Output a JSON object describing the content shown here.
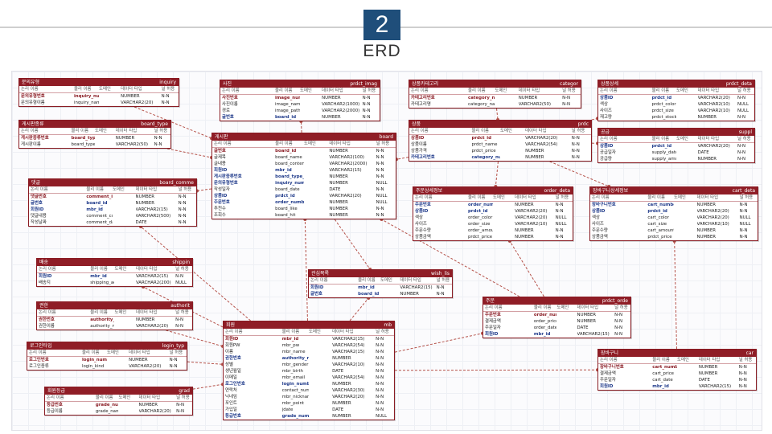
{
  "slide": {
    "number": "2",
    "title": "ERD"
  },
  "col_header": [
    "논리 이름",
    "물리 이름",
    "도메인",
    "데이터 타입",
    "널 허용"
  ],
  "entities": [
    {
      "id": "inquiry",
      "logical": "문의유형",
      "physical": "inquiry",
      "rows": [
        {
          "kind": "pk",
          "l": "문의유형번호",
          "p": "inquiry_number",
          "t": "NUMBER",
          "n": "N-N"
        },
        {
          "kind": "",
          "l": "문의유형이름",
          "p": "inquiry_name",
          "t": "VARCHAR2(20)",
          "n": "N-N"
        }
      ]
    },
    {
      "id": "board_type",
      "logical": "게시판종류",
      "physical": "board_type",
      "rows": [
        {
          "kind": "pk",
          "l": "게시판종류번호",
          "p": "board_type_number",
          "t": "NUMBER",
          "n": "N-N"
        },
        {
          "kind": "",
          "l": "게시판이름",
          "p": "board_type_name",
          "t": "VARCHAR2(50)",
          "n": "N-N"
        }
      ]
    },
    {
      "id": "board_comment",
      "logical": "댓글",
      "physical": "board_comme",
      "rows": [
        {
          "kind": "pk",
          "l": "댓글번호",
          "p": "comment_id",
          "t": "NUMBER",
          "n": "N-N"
        },
        {
          "kind": "fk",
          "l": "글번호",
          "p": "board_id",
          "t": "NUMBER",
          "n": "N-N"
        },
        {
          "kind": "fk",
          "l": "회원ID",
          "p": "mbr_id",
          "t": "VARCHAR2(15)",
          "n": "N-N"
        },
        {
          "kind": "",
          "l": "댓글내용",
          "p": "comment_content",
          "t": "VARCHAR2(500)",
          "n": "N-N"
        },
        {
          "kind": "",
          "l": "작성날짜",
          "p": "comment_date",
          "t": "DATE",
          "n": "N-N"
        }
      ]
    },
    {
      "id": "prdct_image",
      "logical": "사진",
      "physical": "prdct_imag",
      "rows": [
        {
          "kind": "pk",
          "l": "사진번호",
          "p": "image_number",
          "t": "NUMBER",
          "n": "N-N"
        },
        {
          "kind": "",
          "l": "사진이름",
          "p": "image_name",
          "t": "VARCHAR2(1000)",
          "n": "N-N"
        },
        {
          "kind": "",
          "l": "경로",
          "p": "image_path",
          "t": "VARCHAR2(2000)",
          "n": "N-N"
        },
        {
          "kind": "fk",
          "l": "글번호",
          "p": "board_id",
          "t": "NUMBER",
          "n": "N-N"
        }
      ]
    },
    {
      "id": "board",
      "logical": "게시판",
      "physical": "board",
      "rows": [
        {
          "kind": "pk",
          "l": "글번호",
          "p": "board_id",
          "t": "NUMBER",
          "n": "N-N"
        },
        {
          "kind": "",
          "l": "글제목",
          "p": "board_name",
          "t": "VARCHAR2(100)",
          "n": "N-N"
        },
        {
          "kind": "",
          "l": "글내용",
          "p": "board_content",
          "t": "VARCHAR2(2000)",
          "n": "N-N"
        },
        {
          "kind": "fk",
          "l": "회원ID",
          "p": "mbr_id",
          "t": "VARCHAR2(15)",
          "n": "N-N"
        },
        {
          "kind": "fk",
          "l": "게시판종류번호",
          "p": "board_type_number",
          "t": "NUMBER",
          "n": "N-N"
        },
        {
          "kind": "fk",
          "l": "문의유형번호",
          "p": "inquiry_number",
          "t": "NUMBER",
          "n": "NULL"
        },
        {
          "kind": "",
          "l": "작성일자",
          "p": "board_date",
          "t": "DATE",
          "n": "N-N"
        },
        {
          "kind": "fk",
          "l": "상품ID",
          "p": "prdct_id",
          "t": "VARCHAR2(20)",
          "n": "NULL"
        },
        {
          "kind": "fk",
          "l": "주문번호",
          "p": "order_number",
          "t": "NUMBER",
          "n": "NULL"
        },
        {
          "kind": "",
          "l": "추천수",
          "p": "board_like",
          "t": "NUMBER",
          "n": "N-N"
        },
        {
          "kind": "",
          "l": "조회수",
          "p": "board_hit",
          "t": "NUMBER",
          "n": "N-N"
        }
      ]
    },
    {
      "id": "category",
      "logical": "상품카테고리",
      "physical": "categor",
      "rows": [
        {
          "kind": "pk",
          "l": "카테고리번호",
          "p": "category_number",
          "t": "NUMBER",
          "n": "N-N"
        },
        {
          "kind": "",
          "l": "카테고리명",
          "p": "category_name",
          "t": "VARCHAR2(50)",
          "n": "N-N"
        }
      ]
    },
    {
      "id": "prdct",
      "logical": "상품",
      "physical": "prdc",
      "rows": [
        {
          "kind": "pk",
          "l": "상품ID",
          "p": "prdct_id",
          "t": "VARCHAR2(20)",
          "n": "N-N"
        },
        {
          "kind": "",
          "l": "상품이름",
          "p": "prdct_name",
          "t": "VARCHAR2(54)",
          "n": "N-N"
        },
        {
          "kind": "",
          "l": "상품가격",
          "p": "prdct_price",
          "t": "NUMBER",
          "n": "N-N"
        },
        {
          "kind": "fk",
          "l": "카테고리번호",
          "p": "category_number",
          "t": "NUMBER",
          "n": "N-N"
        }
      ]
    },
    {
      "id": "prdct_detail",
      "logical": "상품상세",
      "physical": "prdct_deta",
      "rows": [
        {
          "kind": "fk",
          "l": "상품ID",
          "p": "prdct_id",
          "t": "VARCHAR2(20)",
          "n": "N-N"
        },
        {
          "kind": "",
          "l": "색상",
          "p": "prdct_color",
          "t": "VARCHAR2(10)",
          "n": "NULL"
        },
        {
          "kind": "",
          "l": "사이즈",
          "p": "prdct_size",
          "t": "VARCHAR2(10)",
          "n": "NULL"
        },
        {
          "kind": "",
          "l": "재고량",
          "p": "prdct_stock",
          "t": "NUMBER",
          "n": "N-N"
        }
      ]
    },
    {
      "id": "supply",
      "logical": "공급",
      "physical": "suppl",
      "rows": [
        {
          "kind": "fk",
          "l": "상품ID",
          "p": "prdct_id",
          "t": "VARCHAR2(20)",
          "n": "N-N"
        },
        {
          "kind": "",
          "l": "공급일자",
          "p": "supply_date",
          "t": "DATE",
          "n": "N-N"
        },
        {
          "kind": "",
          "l": "공급량",
          "p": "supply_amount",
          "t": "NUMBER",
          "n": "N-N"
        }
      ]
    },
    {
      "id": "order_detail",
      "logical": "주문상세정보",
      "physical": "order_deta",
      "rows": [
        {
          "kind": "fk",
          "l": "주문번호",
          "p": "order_number",
          "t": "NUMBER",
          "n": "N-N"
        },
        {
          "kind": "fk",
          "l": "상품ID",
          "p": "prdct_id",
          "t": "VARCHAR2(20)",
          "n": "N-N"
        },
        {
          "kind": "",
          "l": "색상",
          "p": "order_color",
          "t": "VARCHAR2(20)",
          "n": "NULL"
        },
        {
          "kind": "",
          "l": "사이즈",
          "p": "order_size",
          "t": "VARCHAR2(10)",
          "n": "NULL"
        },
        {
          "kind": "",
          "l": "주문수량",
          "p": "order_amount",
          "t": "NUMBER",
          "n": "N-N"
        },
        {
          "kind": "",
          "l": "상품금액",
          "p": "prdct_price",
          "t": "NUMBER",
          "n": "N-N"
        }
      ]
    },
    {
      "id": "cart_detail",
      "logical": "장바구니상세정보",
      "physical": "cart_deta",
      "rows": [
        {
          "kind": "fk",
          "l": "장바구니번호",
          "p": "cart_number",
          "t": "NUMBER",
          "n": "N-N"
        },
        {
          "kind": "fk",
          "l": "상품ID",
          "p": "prdct_id",
          "t": "VARCHAR2(20)",
          "n": "N-N"
        },
        {
          "kind": "",
          "l": "색상",
          "p": "cart_color",
          "t": "VARCHAR2(20)",
          "n": "NULL"
        },
        {
          "kind": "",
          "l": "사이즈",
          "p": "cart_size",
          "t": "VARCHAR2(10)",
          "n": "NULL"
        },
        {
          "kind": "",
          "l": "주문수량",
          "p": "cart_amount",
          "t": "NUMBER",
          "n": "N-N"
        },
        {
          "kind": "",
          "l": "상품금액",
          "p": "prdct_price",
          "t": "NUMBER",
          "n": "N-N"
        }
      ]
    },
    {
      "id": "shipping",
      "logical": "배송",
      "physical": "shippin",
      "rows": [
        {
          "kind": "fk",
          "l": "회원ID",
          "p": "mbr_id",
          "t": "VARCHAR2(15)",
          "n": "N-N"
        },
        {
          "kind": "",
          "l": "배송지",
          "p": "shipping_address",
          "t": "VARCHAR2(200)",
          "n": "NULL"
        }
      ]
    },
    {
      "id": "wish_list",
      "logical": "관심목록",
      "physical": "wish_lis",
      "rows": [
        {
          "kind": "fk",
          "l": "회원ID",
          "p": "mbr_id",
          "t": "VARCHAR2(15)",
          "n": "N-N"
        },
        {
          "kind": "fk",
          "l": "글번호",
          "p": "board_id",
          "t": "NUMBER",
          "n": "N-N"
        }
      ]
    },
    {
      "id": "authority",
      "logical": "권한",
      "physical": "authorit",
      "rows": [
        {
          "kind": "pk",
          "l": "권한번호",
          "p": "authority_number",
          "t": "NUMBER",
          "n": "N-N"
        },
        {
          "kind": "",
          "l": "권한이름",
          "p": "authority_name",
          "t": "VARCHAR2(20)",
          "n": "N-N"
        }
      ]
    },
    {
      "id": "login_type",
      "logical": "로그인타입",
      "physical": "login_typ",
      "rows": [
        {
          "kind": "pk",
          "l": "로그인번호",
          "p": "login_number",
          "t": "NUMBER",
          "n": "N-N"
        },
        {
          "kind": "",
          "l": "로그인종류",
          "p": "login_kind",
          "t": "VARCHAR2(20)",
          "n": "N-N"
        }
      ]
    },
    {
      "id": "grade",
      "logical": "회원등급",
      "physical": "grad",
      "rows": [
        {
          "kind": "pk",
          "l": "등급번호",
          "p": "grade_number",
          "t": "NUMBER",
          "n": "N-N"
        },
        {
          "kind": "",
          "l": "등급이름",
          "p": "grade_name",
          "t": "VARCHAR2(20)",
          "n": "N-N"
        }
      ]
    },
    {
      "id": "mbr",
      "logical": "회원",
      "physical": "mb",
      "rows": [
        {
          "kind": "pk",
          "l": "회원ID",
          "p": "mbr_id",
          "t": "VARCHAR2(15)",
          "n": "N-N"
        },
        {
          "kind": "",
          "l": "회원PW",
          "p": "mbr_pw",
          "t": "VARCHAR2(54)",
          "n": "N-N"
        },
        {
          "kind": "",
          "l": "이름",
          "p": "mbr_name",
          "t": "VARCHAR2(15)",
          "n": "N-N"
        },
        {
          "kind": "fk",
          "l": "권한번호",
          "p": "authority_number",
          "t": "NUMBER",
          "n": "N-N"
        },
        {
          "kind": "",
          "l": "성별",
          "p": "mbr_gender",
          "t": "VARCHAR2(10)",
          "n": "N-N"
        },
        {
          "kind": "",
          "l": "생년월일",
          "p": "mbr_birth",
          "t": "DATE",
          "n": "N-N"
        },
        {
          "kind": "",
          "l": "이메일",
          "p": "mbr_email",
          "t": "VARCHAR2(54)",
          "n": "N-N"
        },
        {
          "kind": "fk",
          "l": "로그인번호",
          "p": "login_number",
          "t": "NUMBER",
          "n": "N-N"
        },
        {
          "kind": "",
          "l": "연락처",
          "p": "contact_number",
          "t": "VARCHAR2(30)",
          "n": "N-N"
        },
        {
          "kind": "",
          "l": "닉네임",
          "p": "mbr_nickname",
          "t": "VARCHAR2(20)",
          "n": "N-N"
        },
        {
          "kind": "",
          "l": "포인트",
          "p": "mbr_point",
          "t": "NUMBER",
          "n": "N-N"
        },
        {
          "kind": "",
          "l": "가입일",
          "p": "jdate",
          "t": "DATE",
          "n": "N-N"
        },
        {
          "kind": "fk",
          "l": "등급번호",
          "p": "grade_number",
          "t": "NUMBER",
          "n": "NULL"
        }
      ]
    },
    {
      "id": "prdct_order",
      "logical": "주문",
      "physical": "prdct_orde",
      "rows": [
        {
          "kind": "pk",
          "l": "주문번호",
          "p": "order_number",
          "t": "NUMBER",
          "n": "N-N"
        },
        {
          "kind": "",
          "l": "결제금액",
          "p": "order_price",
          "t": "NUMBER",
          "n": "N-N"
        },
        {
          "kind": "",
          "l": "주문일자",
          "p": "order_date",
          "t": "DATE",
          "n": "N-N"
        },
        {
          "kind": "fk",
          "l": "회원ID",
          "p": "mbr_id",
          "t": "VARCHAR2(15)",
          "n": "N-N"
        }
      ]
    },
    {
      "id": "cart",
      "logical": "장바구니",
      "physical": "car",
      "rows": [
        {
          "kind": "pk",
          "l": "장바구니번호",
          "p": "cart_number",
          "t": "NUMBER",
          "n": "N-N"
        },
        {
          "kind": "",
          "l": "결제금액",
          "p": "cart_price",
          "t": "NUMBER",
          "n": "N-N"
        },
        {
          "kind": "",
          "l": "주문일자",
          "p": "cart_date",
          "t": "DATE",
          "n": "N-N"
        },
        {
          "kind": "fk",
          "l": "회원ID",
          "p": "mbr_id",
          "t": "VARCHAR2(15)",
          "n": "N-N"
        }
      ]
    }
  ],
  "relationships": [
    [
      "inquiry",
      "board"
    ],
    [
      "board_type",
      "board"
    ],
    [
      "board",
      "board_comment"
    ],
    [
      "board",
      "prdct_image"
    ],
    [
      "category",
      "prdct"
    ],
    [
      "prdct",
      "prdct_detail"
    ],
    [
      "prdct",
      "supply"
    ],
    [
      "prdct",
      "board"
    ],
    [
      "prdct",
      "order_detail"
    ],
    [
      "prdct",
      "cart_detail"
    ],
    [
      "board",
      "wish_list"
    ],
    [
      "mbr",
      "board"
    ],
    [
      "mbr",
      "shipping"
    ],
    [
      "mbr",
      "board_comment"
    ],
    [
      "authority",
      "mbr"
    ],
    [
      "login_type",
      "mbr"
    ],
    [
      "grade",
      "mbr"
    ],
    [
      "mbr",
      "wish_list"
    ],
    [
      "mbr",
      "prdct_order"
    ],
    [
      "prdct_order",
      "order_detail"
    ],
    [
      "mbr",
      "cart"
    ],
    [
      "cart",
      "cart_detail"
    ],
    [
      "prdct_order",
      "board"
    ]
  ]
}
